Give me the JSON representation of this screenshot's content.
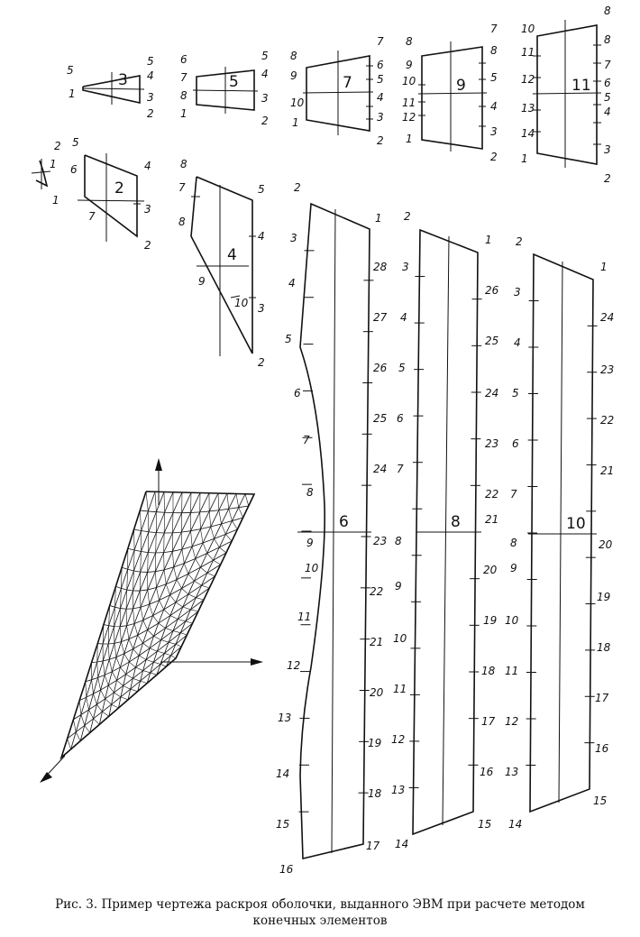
{
  "figure": {
    "caption_line1": "Рис. 3. Пример чертежа раскроя оболочки, выданного ЭВМ при расчете методом",
    "caption_line2": "конечных элементов",
    "patterns": [
      {
        "number": "3",
        "markers": [
          "5",
          "1",
          "5",
          "4",
          "3",
          "2"
        ]
      },
      {
        "number": "5",
        "markers": [
          "6",
          "7",
          "8",
          "1",
          "5",
          "4",
          "3",
          "2"
        ]
      },
      {
        "number": "7",
        "markers": [
          "8",
          "9",
          "10",
          "1",
          "7",
          "6",
          "5",
          "4",
          "3",
          "2"
        ]
      },
      {
        "number": "9",
        "markers": [
          "8",
          "9",
          "10",
          "11",
          "12",
          "1",
          "7",
          "8",
          "5",
          "4",
          "3",
          "2"
        ]
      },
      {
        "number": "11",
        "markers": [
          "10",
          "11",
          "12",
          "13",
          "14",
          "1",
          "8",
          "8",
          "7",
          "6",
          "5",
          "4",
          "3",
          "2"
        ]
      },
      {
        "number": "1",
        "markers": [
          "2",
          "1"
        ]
      },
      {
        "number": "2",
        "markers": [
          "5",
          "6",
          "7",
          "4",
          "3",
          "2"
        ]
      },
      {
        "number": "4",
        "markers": [
          "8",
          "7",
          "8",
          "9",
          "10",
          "5",
          "4",
          "3",
          "2"
        ]
      },
      {
        "number": "6",
        "markers": [
          "2",
          "3",
          "4",
          "5",
          "6",
          "7",
          "8",
          "9",
          "10",
          "11",
          "12",
          "13",
          "14",
          "15",
          "16",
          "1",
          "28",
          "27",
          "26",
          "25",
          "24",
          "23",
          "22",
          "21",
          "20",
          "19",
          "18",
          "17"
        ]
      },
      {
        "number": "8",
        "markers": [
          "2",
          "3",
          "4",
          "5",
          "6",
          "7",
          "8",
          "9",
          "10",
          "11",
          "12",
          "13",
          "14",
          "1",
          "26",
          "25",
          "24",
          "23",
          "22",
          "21",
          "20",
          "19",
          "18",
          "17",
          "16",
          "15"
        ]
      },
      {
        "number": "10",
        "markers": [
          "2",
          "3",
          "4",
          "5",
          "6",
          "7",
          "8",
          "9",
          "10",
          "11",
          "12",
          "13",
          "14",
          "1",
          "24",
          "23",
          "22",
          "21",
          "20",
          "19",
          "18",
          "17",
          "16",
          "15"
        ]
      }
    ]
  }
}
